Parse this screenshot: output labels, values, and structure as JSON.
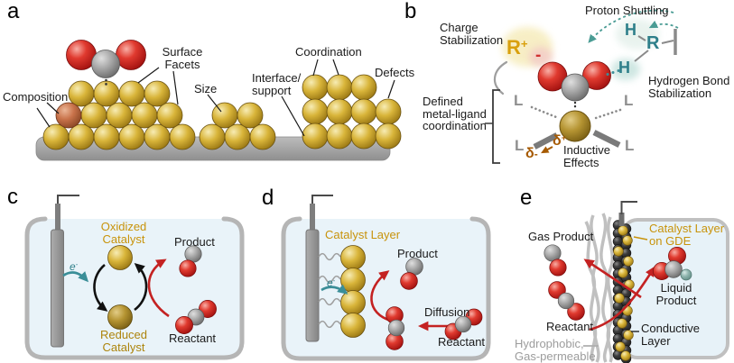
{
  "colors": {
    "gold_text": "#C8930B",
    "reduced_gold_text": "#AD840C",
    "r_cation_gold": "#D9A00D",
    "teal_text": "#2E7F8A",
    "gray_text": "#9C9C9C",
    "ligand_gray": "#8F8F8F",
    "delta_brown": "#A65A00",
    "minus_red": "#D03030",
    "red_arrow": "#C42222",
    "black_text": "#1A1A1A"
  },
  "panel_a": {
    "letter": "a",
    "labels": {
      "composition": "Composition",
      "surface_facets_line1": "Surface",
      "surface_facets_line2": "Facets",
      "size": "Size",
      "interface_line1": "Interface/",
      "interface_line2": "support",
      "coordination": "Coordination",
      "defects": "Defects"
    }
  },
  "panel_b": {
    "letter": "b",
    "labels": {
      "charge_line1": "Charge",
      "charge_line2": "Stabilization",
      "proton_shuttling": "Proton Shuttling",
      "r_cation": "R",
      "r_cation_charge": "+",
      "minus_charge": "-",
      "h_shuttle": "H",
      "r_group": "R",
      "h_bond": "H",
      "hbond_line1": "Hydrogen Bond",
      "hbond_line2": "Stabilization",
      "dml_line1": "Defined",
      "dml_line2": "metal-ligand",
      "dml_line3": "coordination",
      "ligands": [
        "L",
        "L",
        "L",
        "L"
      ],
      "delta": "δ",
      "delta_plus_sign": "+",
      "delta_minus_sign": "-",
      "inductive_line1": "Inductive",
      "inductive_line2": "Effects"
    }
  },
  "panel_c": {
    "letter": "c",
    "labels": {
      "oxidized_line1": "Oxidized",
      "oxidized_line2": "Catalyst",
      "reduced_line1": "Reduced",
      "reduced_line2": "Catalyst",
      "product": "Product",
      "reactant": "Reactant",
      "electron": "e",
      "electron_sup": "-"
    }
  },
  "panel_d": {
    "letter": "d",
    "labels": {
      "catalyst_layer": "Catalyst Layer",
      "product": "Product",
      "diffusion": "Diffusion",
      "reactant": "Reactant",
      "electron": "e",
      "electron_sup": "-"
    }
  },
  "panel_e": {
    "letter": "e",
    "labels": {
      "gas_product": "Gas Product",
      "catalyst_layer_line1": "Catalyst Layer",
      "catalyst_layer_line2": "on GDE",
      "liquid_line1": "Liquid",
      "liquid_line2": "Product",
      "reactant": "Reactant",
      "conductive_line1": "Conductive",
      "conductive_line2": "Layer",
      "hydrophobic_line1": "Hydrophobic,",
      "hydrophobic_line2": "Gas-permeable"
    }
  }
}
